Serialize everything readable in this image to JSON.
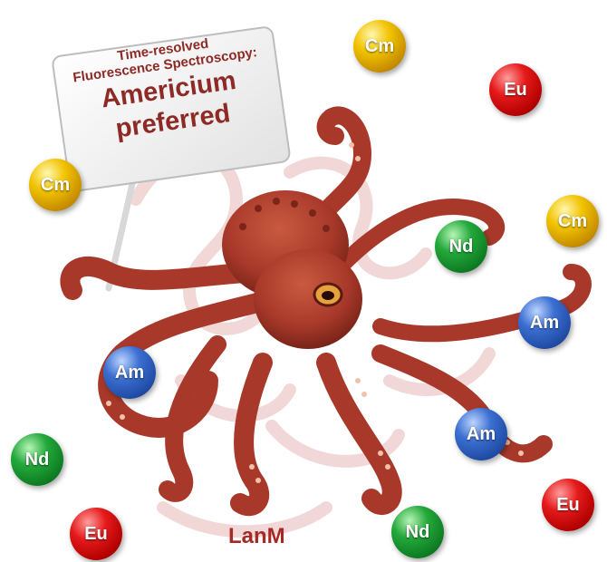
{
  "sign": {
    "line1": "Time-resolved",
    "line2": "Fluorescence Spectroscopy:",
    "line3": "Americium",
    "line4": "preferred"
  },
  "caption": "LanM",
  "elements": {
    "cm": "Cm",
    "eu": "Eu",
    "nd": "Nd",
    "am": "Am"
  },
  "colors": {
    "octopus": "#a8392a",
    "text": "#8e2a26",
    "cm": "#f2c300",
    "eu": "#e51a1a",
    "nd": "#23a83a",
    "am": "#3b6fd1"
  }
}
